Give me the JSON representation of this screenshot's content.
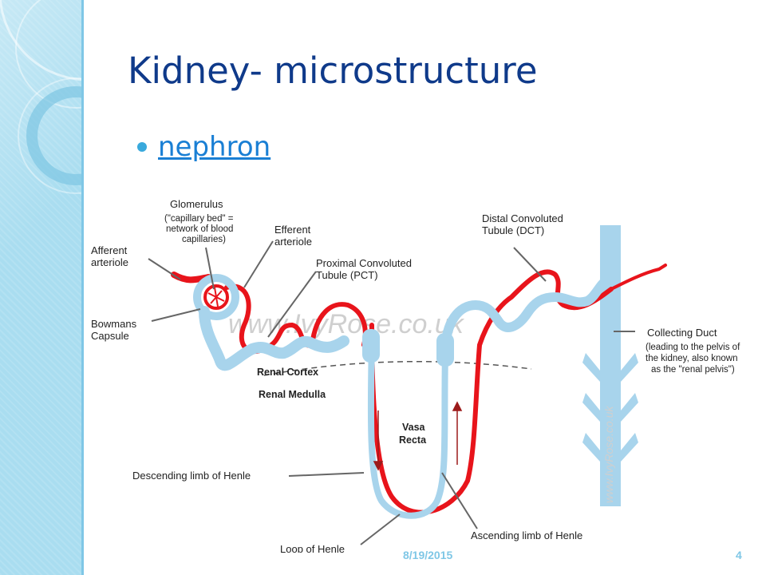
{
  "slide": {
    "title": "Kidney- microstructure",
    "bullets": [
      {
        "label": "nephron"
      }
    ],
    "footer": {
      "date": "8/19/2015",
      "page": "4"
    }
  },
  "diagram": {
    "labels": {
      "glomerulus": "Glomerulus",
      "glomerulus_desc_1": "(\"capillary bed\" =",
      "glomerulus_desc_2": "network of blood",
      "glomerulus_desc_3": "capillaries)",
      "efferent_1": "Efferent",
      "efferent_2": "arteriole",
      "afferent_1": "Afferent",
      "afferent_2": "arteriole",
      "pct_1": "Proximal Convoluted",
      "pct_2": "Tubule (PCT)",
      "dct_1": "Distal Convoluted",
      "dct_2": "Tubule (DCT)",
      "bowmans_1": "Bowmans",
      "bowmans_2": "Capsule",
      "collecting_duct": "Collecting Duct",
      "collecting_desc_1": "(leading to the pelvis of",
      "collecting_desc_2": "the kidney, also known",
      "collecting_desc_3": "as the \"renal pelvis\")",
      "renal_cortex": "Renal Cortex",
      "renal_medulla": "Renal Medulla",
      "vasa_1": "Vasa",
      "vasa_2": "Recta",
      "descending_limb": "Descending limb of Henle",
      "ascending_limb": "Ascending limb of Henle",
      "loop_of_henle": "Loop of Henle"
    },
    "watermarks": {
      "main": "www.IvyRose.co.uk",
      "vertical": "www.IvyRose.co.uk"
    },
    "colors": {
      "tubule": "#a8d4ec",
      "blood": "#e8141b",
      "leader": "#666666"
    }
  },
  "theme": {
    "title_color": "#0f3a8a",
    "link_color": "#1a7fd4",
    "bullet_color": "#39a9dc",
    "sidebar_color": "#a9ddf0"
  }
}
